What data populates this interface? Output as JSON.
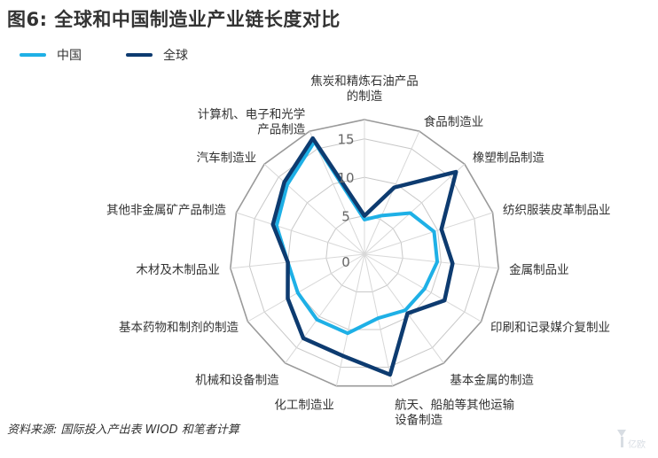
{
  "title": "图6: 全球和中国制造业产业链长度对比",
  "source": "资料来源: 国际投入产出表 WIOD 和笔者计算",
  "chart_data": {
    "type": "radar",
    "categories": [
      [
        "焦炭和精炼石油产品",
        "的制造"
      ],
      [
        "食品制造业"
      ],
      [
        "橡塑制品制造"
      ],
      [
        "纺织服装皮革制品业"
      ],
      [
        "金属制品业"
      ],
      [
        "印刷和记录媒介复制业"
      ],
      [
        "基本金属的制造"
      ],
      [
        "航天、船舶等其他运输",
        "设备制造"
      ],
      [
        "化工制造业"
      ],
      [
        "机械和设备制造"
      ],
      [
        "基本药物和制剂的制造"
      ],
      [
        "木材及木制品业"
      ],
      [
        "其他非金属矿产品制造"
      ],
      [
        "汽车制造业"
      ],
      [
        "计算机、电子和光学",
        "产品制造"
      ]
    ],
    "ticks": [
      0,
      5,
      10,
      15
    ],
    "rmin": 0,
    "rmax": 17.5,
    "series": [
      {
        "name": "中国",
        "color": "#1EB0E6",
        "values": [
          4.5,
          5.5,
          8.0,
          9.5,
          9.5,
          9.0,
          9.0,
          8.5,
          10.5,
          10.5,
          10.0,
          10.0,
          12.0,
          13.5,
          16.0
        ]
      },
      {
        "name": "全球",
        "color": "#0D3B70",
        "values": [
          5.0,
          9.5,
          16.0,
          10.5,
          11.5,
          12.0,
          9.5,
          16.0,
          13.5,
          13.5,
          11.5,
          10.0,
          12.5,
          14.0,
          16.5
        ]
      }
    ],
    "grid": true,
    "legend": "top-left"
  },
  "watermark_icon": "yiou-logo-icon"
}
